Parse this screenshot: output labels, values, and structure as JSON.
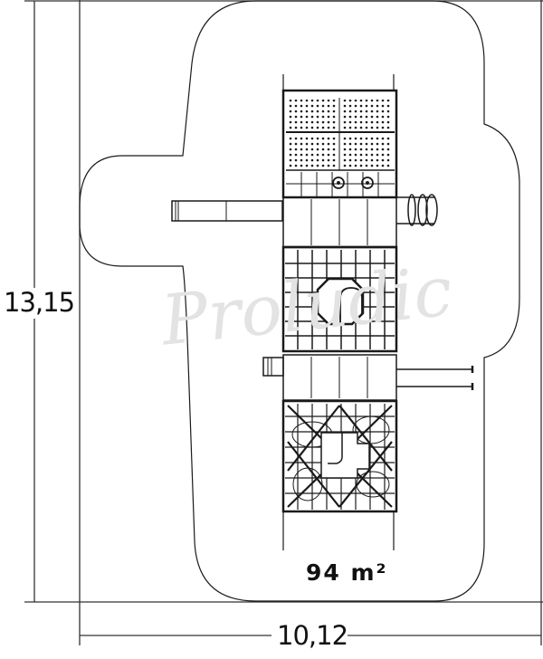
{
  "drawing": {
    "type": "playground site plan (top view)",
    "dimensions": {
      "height_label": "13,15",
      "width_label": "10,12"
    },
    "area_label": "94 m²",
    "watermark": "Proludic",
    "components": [
      {
        "name": "perforated-deck-module",
        "description": "top square module with perforated panels and two circular openings"
      },
      {
        "name": "bridge-1",
        "description": "walkway connecting top and middle module"
      },
      {
        "name": "net-climber-module",
        "description": "square grid net with octagonal opening and slide"
      },
      {
        "name": "bridge-2",
        "description": "walkway connecting middle and bottom module"
      },
      {
        "name": "spider-web-net-module",
        "description": "square module with crossed ropes and web net"
      },
      {
        "name": "slide",
        "description": "straight slide extending left"
      },
      {
        "name": "ladder-rings",
        "description": "ring ladder on right side"
      },
      {
        "name": "small-ladder",
        "description": "small step ladder on left side"
      },
      {
        "name": "pole-bars",
        "description": "two horizontal bars extending right"
      }
    ],
    "colors": {
      "line": "#1a1a1a",
      "background": "#ffffff",
      "watermark": "#e3e3e3"
    }
  }
}
